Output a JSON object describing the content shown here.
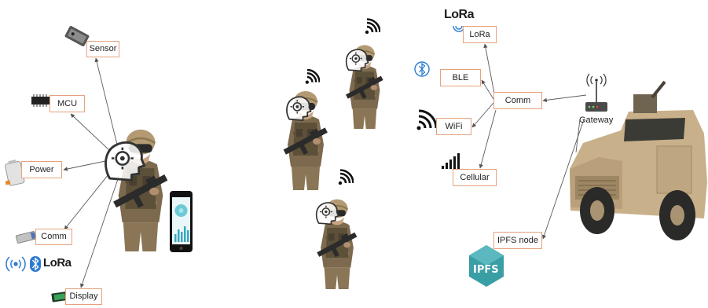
{
  "device": {
    "sensor_label": "Sensor",
    "mcu_label": "MCU",
    "power_label": "Power",
    "comm_label": "Comm",
    "display_label": "Display",
    "lora_logo_text": "LoRa"
  },
  "network": {
    "lora_logo_text": "LoRa",
    "lora_label": "LoRa",
    "ble_label": "BLE",
    "wifi_label": "WiFi",
    "cellular_label": "Cellular",
    "comm_label": "Comm",
    "gateway_label": "Gateway",
    "ipfs_node_label": "IPFS node",
    "ipfs_logo_text": "IPFS"
  },
  "icons": {
    "sensor": "sensor-device-icon",
    "mcu": "chip-icon",
    "power": "battery-icon",
    "comm_module": "comm-module-icon",
    "radio": "radio-broadcast-icon",
    "bluetooth": "bluetooth-icon",
    "display": "display-module-icon",
    "brain": "brain-circuit-icon",
    "soldier": "soldier-icon",
    "phone": "smartphone-icon",
    "signal": "signal-icon",
    "wifi": "wifi-icon",
    "cellular": "cellular-bars-icon",
    "router": "router-icon",
    "vehicle": "humvee-icon",
    "ipfs": "ipfs-logo-icon"
  },
  "colors": {
    "box_border": "#e5a27c",
    "connector": "#5a5a5a",
    "ipfs_teal": "#3a9ea5",
    "bluetooth_blue": "#2c7bd0",
    "vehicle_tan": "#c8b08a"
  }
}
